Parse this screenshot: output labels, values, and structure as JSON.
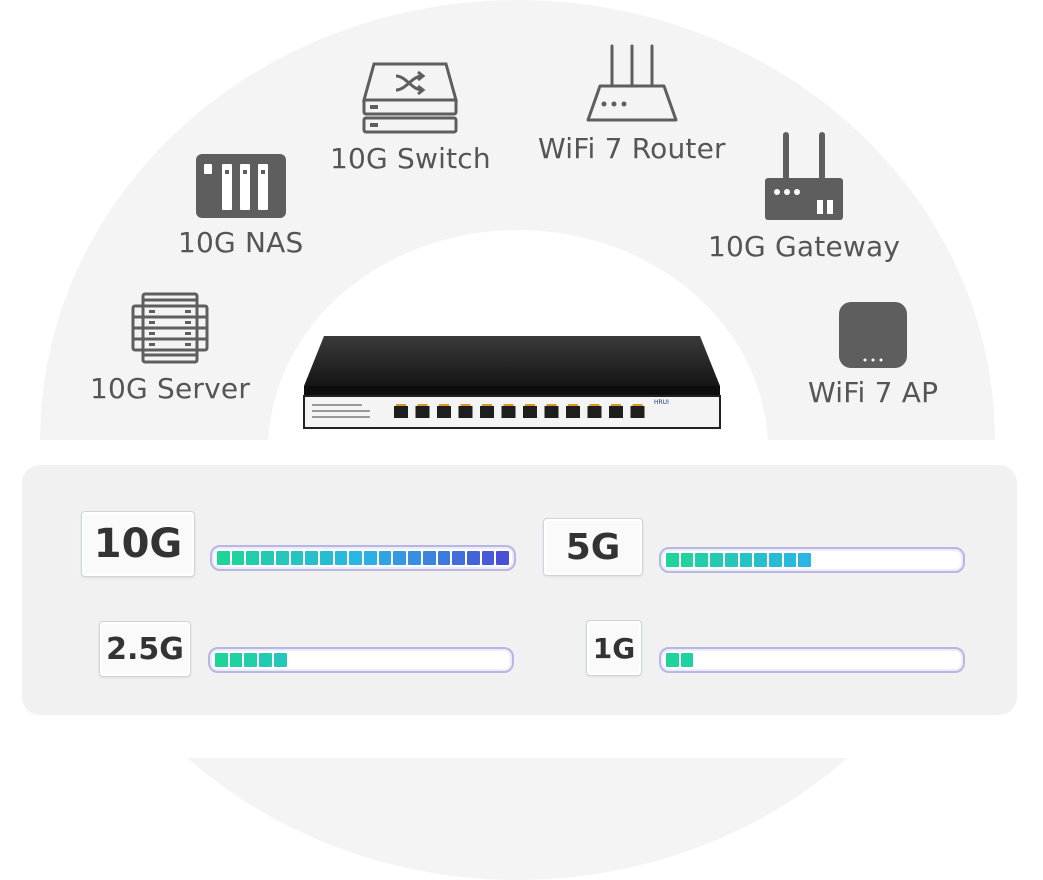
{
  "devices": {
    "server": {
      "label": "10G Server",
      "icon": "server-rack-icon"
    },
    "nas": {
      "label": "10G NAS",
      "icon": "nas-icon"
    },
    "switch": {
      "label": "10G Switch",
      "icon": "switch-icon"
    },
    "router": {
      "label": "WiFi 7 Router",
      "icon": "router-icon"
    },
    "gateway": {
      "label": "10G Gateway",
      "icon": "gateway-icon"
    },
    "ap": {
      "label": "WiFi 7 AP",
      "icon": "access-point-icon"
    }
  },
  "product": {
    "brand": "HRUI"
  },
  "speeds": [
    {
      "label": "10G",
      "level": 1.0
    },
    {
      "label": "5G",
      "level": 0.5
    },
    {
      "label": "2.5G",
      "level": 0.25
    },
    {
      "label": "1G",
      "level": 0.1
    }
  ],
  "colors": {
    "icon": "#5e5e5e",
    "bar_start": "#1fd49a",
    "bar_mid": "#2bb4e6",
    "bar_end": "#4a4fd6",
    "track_border": "#b9b5e6"
  }
}
